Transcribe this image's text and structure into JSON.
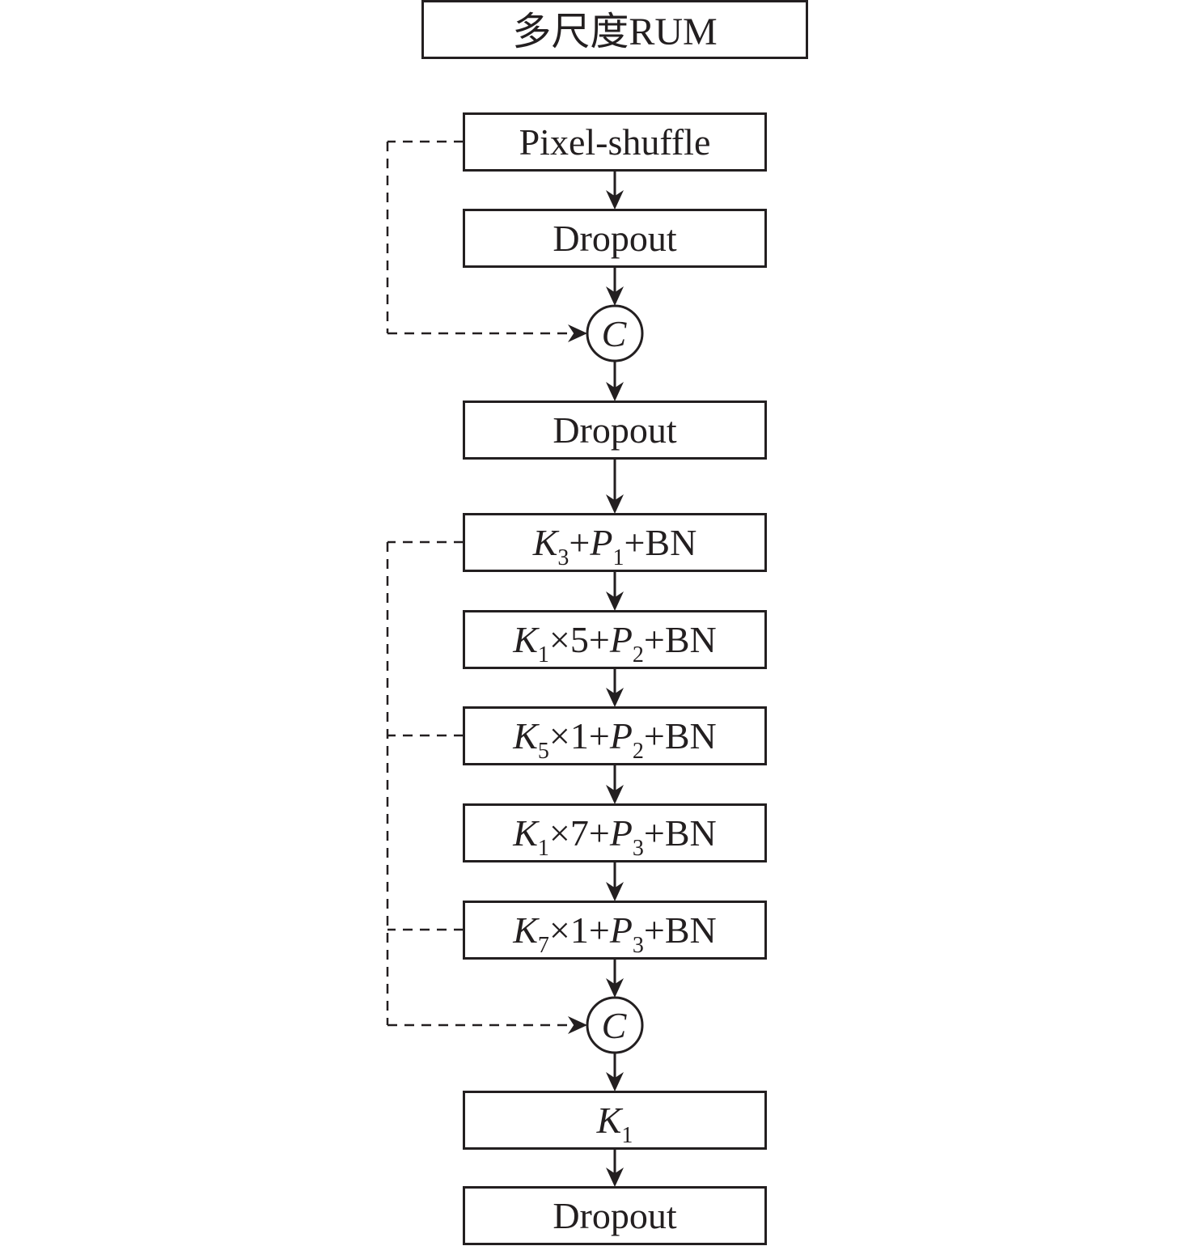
{
  "title": "多尺度RUM",
  "nodes": [
    {
      "id": "pixel-shuffle",
      "parts": [
        {
          "t": "Pixel-shuffle"
        }
      ]
    },
    {
      "id": "dropout-1",
      "parts": [
        {
          "t": "Dropout"
        }
      ]
    },
    {
      "id": "concat-1",
      "type": "circle",
      "label": "C"
    },
    {
      "id": "dropout-2",
      "parts": [
        {
          "t": "Dropout"
        }
      ]
    },
    {
      "id": "k3-p1-bn",
      "parts": [
        {
          "t": "K",
          "i": true
        },
        {
          "t": "3",
          "sub": true
        },
        {
          "t": "+"
        },
        {
          "t": "P",
          "i": true
        },
        {
          "t": "1",
          "sub": true
        },
        {
          "t": "+BN"
        }
      ]
    },
    {
      "id": "k1x5-p2-bn",
      "parts": [
        {
          "t": "K",
          "i": true
        },
        {
          "t": "1",
          "sub": true
        },
        {
          "t": "×5+"
        },
        {
          "t": "P",
          "i": true
        },
        {
          "t": "2",
          "sub": true
        },
        {
          "t": "+BN"
        }
      ]
    },
    {
      "id": "k5x1-p2-bn",
      "parts": [
        {
          "t": "K",
          "i": true
        },
        {
          "t": "5",
          "sub": true
        },
        {
          "t": "×1+"
        },
        {
          "t": "P",
          "i": true
        },
        {
          "t": "2",
          "sub": true
        },
        {
          "t": "+BN"
        }
      ]
    },
    {
      "id": "k1x7-p3-bn",
      "parts": [
        {
          "t": "K",
          "i": true
        },
        {
          "t": "1",
          "sub": true
        },
        {
          "t": "×7+"
        },
        {
          "t": "P",
          "i": true
        },
        {
          "t": "3",
          "sub": true
        },
        {
          "t": "+BN"
        }
      ]
    },
    {
      "id": "k7x1-p3-bn",
      "parts": [
        {
          "t": "K",
          "i": true
        },
        {
          "t": "7",
          "sub": true
        },
        {
          "t": "×1+"
        },
        {
          "t": "P",
          "i": true
        },
        {
          "t": "3",
          "sub": true
        },
        {
          "t": "+BN"
        }
      ]
    },
    {
      "id": "concat-2",
      "type": "circle",
      "label": "C"
    },
    {
      "id": "k1",
      "parts": [
        {
          "t": "K",
          "i": true
        },
        {
          "t": "1",
          "sub": true
        }
      ]
    },
    {
      "id": "dropout-3",
      "parts": [
        {
          "t": "Dropout"
        }
      ]
    }
  ],
  "edges": [
    {
      "from": "pixel-shuffle",
      "to": "dropout-1",
      "style": "solid"
    },
    {
      "from": "dropout-1",
      "to": "concat-1",
      "style": "solid"
    },
    {
      "from": "concat-1",
      "to": "dropout-2",
      "style": "solid"
    },
    {
      "from": "dropout-2",
      "to": "k3-p1-bn",
      "style": "solid"
    },
    {
      "from": "k3-p1-bn",
      "to": "k1x5-p2-bn",
      "style": "solid"
    },
    {
      "from": "k1x5-p2-bn",
      "to": "k5x1-p2-bn",
      "style": "solid"
    },
    {
      "from": "k5x1-p2-bn",
      "to": "k1x7-p3-bn",
      "style": "solid"
    },
    {
      "from": "k1x7-p3-bn",
      "to": "k7x1-p3-bn",
      "style": "solid"
    },
    {
      "from": "k7x1-p3-bn",
      "to": "concat-2",
      "style": "solid"
    },
    {
      "from": "concat-2",
      "to": "k1",
      "style": "solid"
    },
    {
      "from": "k1",
      "to": "dropout-3",
      "style": "solid"
    },
    {
      "from": "pixel-shuffle",
      "to": "concat-1",
      "style": "dashed"
    },
    {
      "from": "k3-p1-bn",
      "to": "concat-2",
      "style": "dashed"
    },
    {
      "from": "k5x1-p2-bn",
      "to": "concat-2",
      "style": "dashed"
    },
    {
      "from": "k7x1-p3-bn",
      "to": "concat-2",
      "style": "dashed"
    }
  ]
}
